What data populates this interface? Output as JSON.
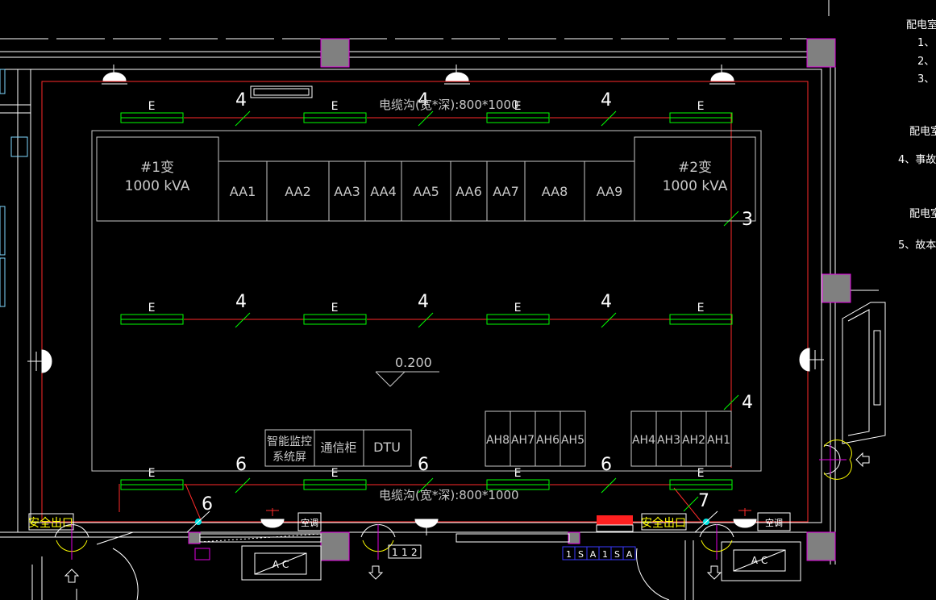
{
  "colors": {
    "background": "#000000",
    "wall": "#ffffff",
    "grounding": "#ff2a2a",
    "trench": "#00ff00",
    "equipment": "#c8c8c8",
    "column": "#808080",
    "column_border": "#e000e0",
    "exit_label": "#ffff00",
    "accent_blue": "#3a3aff",
    "socket": "#00e6e6"
  },
  "transformers": [
    {
      "name": "#1变",
      "rating": "1000 kVA"
    },
    {
      "name": "#2变",
      "rating": "1000 kVA"
    }
  ],
  "aa_cabinets": [
    "AA1",
    "AA2",
    "AA3",
    "AA4",
    "AA5",
    "AA6",
    "AA7",
    "AA8",
    "AA9"
  ],
  "ah_cabinets_left": [
    "AH8",
    "AH7",
    "AH6",
    "AH5"
  ],
  "ah_cabinets_right": [
    "AH4",
    "AH3",
    "AH2",
    "AH1"
  ],
  "bottom_panels": [
    {
      "line1": "智能监控",
      "line2": "系统屏"
    },
    {
      "line1": "通信柜",
      "line2": ""
    },
    {
      "line1": "DTU",
      "line2": ""
    }
  ],
  "cable_trench_label": "电缆沟(宽*深):800*1000",
  "trench_marker": "E",
  "elevation": "0.200",
  "grounding_numbers": {
    "top": [
      "4",
      "4",
      "4"
    ],
    "middle": [
      "4",
      "4",
      "4"
    ],
    "bottom": [
      "6",
      "6",
      "6"
    ],
    "right_upper": "3",
    "right_lower": "4",
    "bottom_left": "6",
    "bottom_right": "7"
  },
  "exit_sign": "安全出口",
  "ac_label": "空调",
  "ac_unit": "A C",
  "door_codes": [
    "1",
    "1",
    "2"
  ],
  "sa_strip": [
    "1",
    "S",
    "A",
    "1",
    "S",
    "A"
  ],
  "notes": [
    "配电室",
    "1、",
    "2、",
    "3、",
    "配电室",
    "4、事故",
    "配电室",
    "5、故本"
  ],
  "icons": [
    "ceiling-lamp-icon",
    "wall-lamp-icon",
    "exit-arrow-icon",
    "air-conditioner-icon",
    "ground-socket-icon"
  ]
}
